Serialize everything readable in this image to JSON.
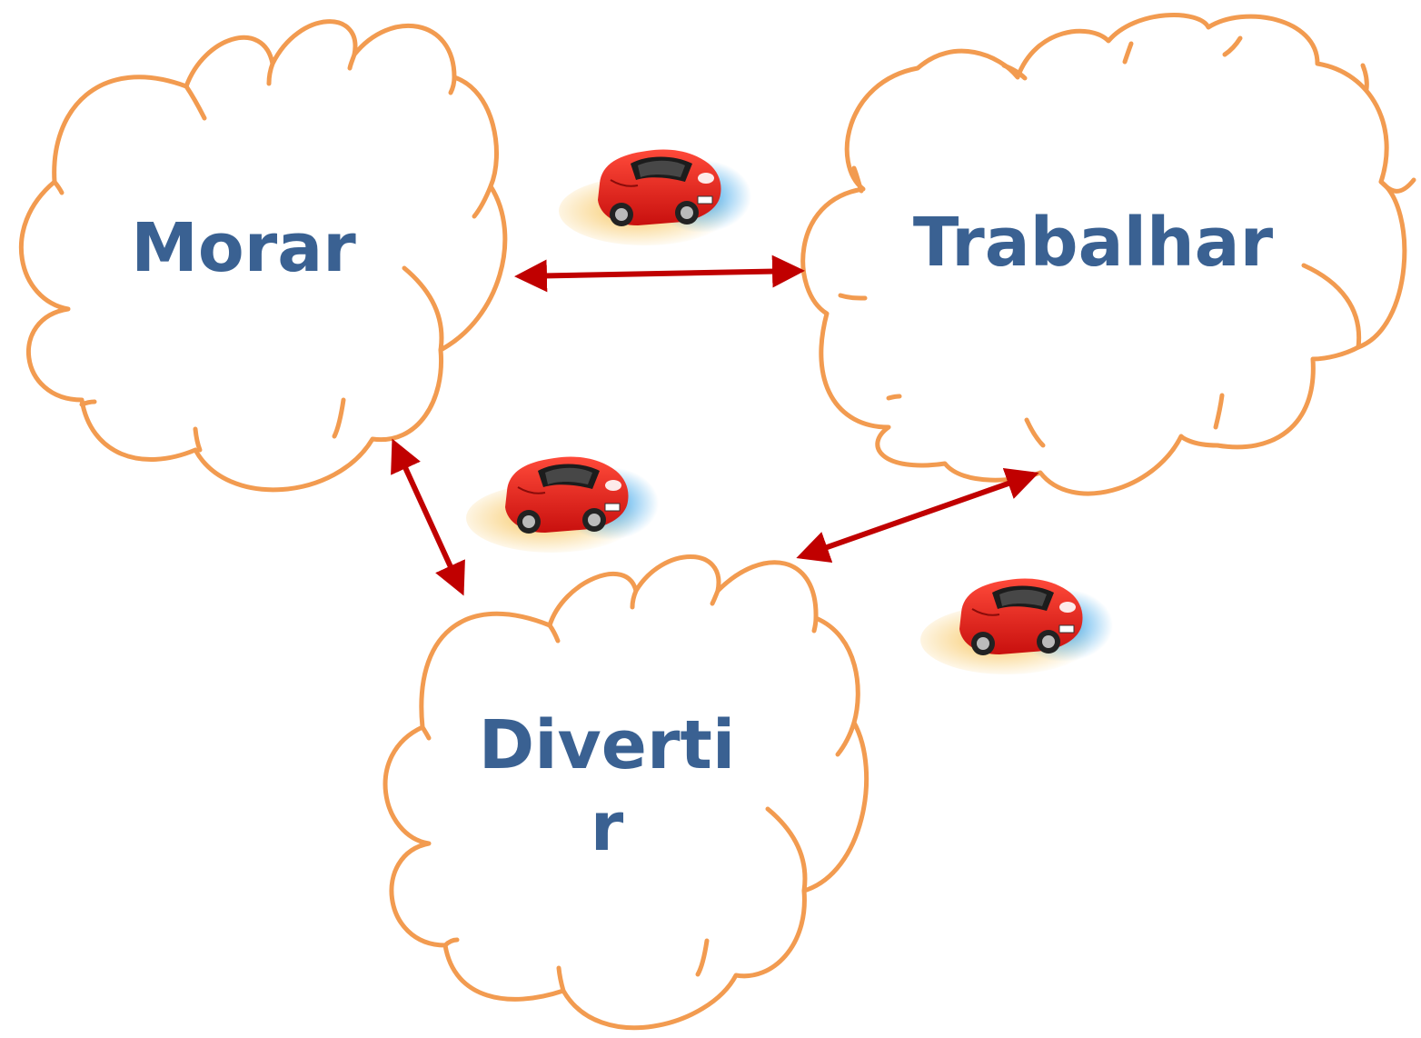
{
  "nodes": {
    "morar": {
      "label": "Morar"
    },
    "trabalhar": {
      "label": "Trabalhar"
    },
    "divertir": {
      "label_line1": "Diverti",
      "label_line2": "r"
    }
  },
  "icons": {
    "car": "red-sports-car-icon"
  },
  "colors": {
    "label": "#3a6192",
    "cloud_stroke": "#f29b50",
    "arrow": "#c00000",
    "car_body": "#e3201b",
    "car_shadow_warm": "#f7c45a",
    "car_shadow_cool": "#2f9fe8"
  }
}
